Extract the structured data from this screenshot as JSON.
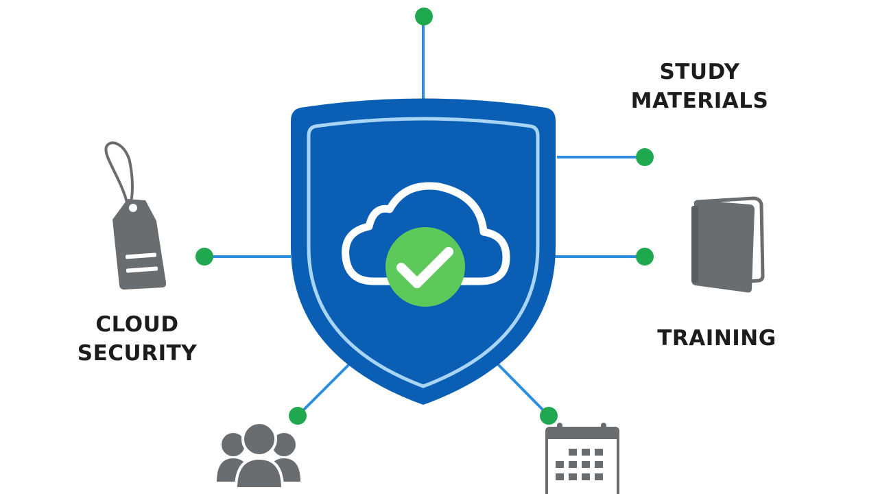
{
  "labels": {
    "study_materials": [
      "STUDY",
      "MATERIALS"
    ],
    "cloud_security": [
      "CLOUD",
      "SECURITY"
    ],
    "training": "TRAINING"
  },
  "icons": {
    "center": "shield-cloud-check-icon",
    "left": "tag-icon",
    "right": "book-icon",
    "bottom_left": "users-group-icon",
    "bottom_right": "calendar-icon"
  },
  "colors": {
    "shield_blue": "#0a5fb5",
    "shield_inner_stroke": "#a8d4f5",
    "connector_blue": "#2d8ee0",
    "node_green": "#1fa84f",
    "check_green": "#5cc95a",
    "icon_gray": "#6a6d70",
    "text": "#1c1c1c"
  }
}
